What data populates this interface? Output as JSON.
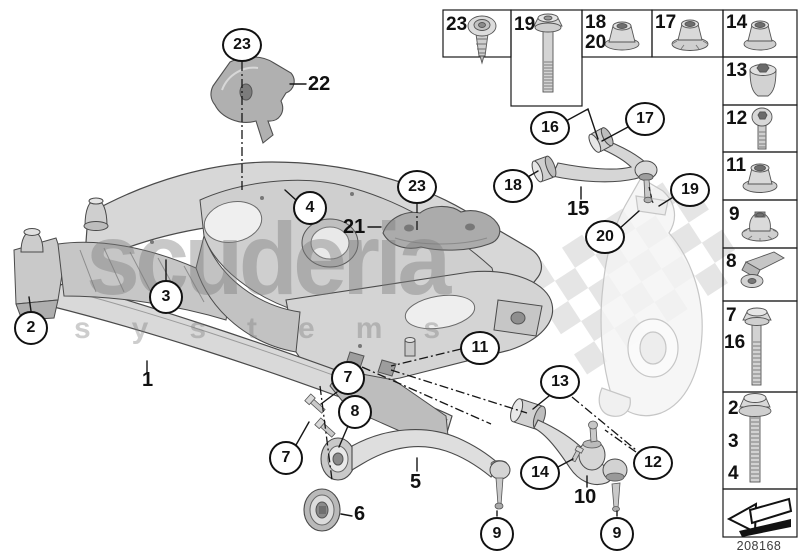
{
  "figure": {
    "drawing_number": "208168"
  },
  "watermark": {
    "brand": "scuderia",
    "line2": "systems"
  },
  "callouts": [
    {
      "n": "23",
      "ref": "heat-shield-upper"
    },
    {
      "n": "4",
      "ref": "axle-carrier-top"
    },
    {
      "n": "23",
      "ref": "heat-shield-lower"
    },
    {
      "n": "3",
      "ref": "axle-carrier-left"
    },
    {
      "n": "2",
      "ref": "engine-mount-bracket"
    },
    {
      "n": "16",
      "ref": "upper-arm-bolt"
    },
    {
      "n": "17",
      "ref": "upper-arm-nut"
    },
    {
      "n": "18",
      "ref": "upper-arm-bushing"
    },
    {
      "n": "19",
      "ref": "knuckle-nut"
    },
    {
      "n": "20",
      "ref": "steering-knuckle"
    },
    {
      "n": "11",
      "ref": "carrier-nut"
    },
    {
      "n": "7",
      "ref": "carrier-bolt-upper"
    },
    {
      "n": "8",
      "ref": "retaining-clip"
    },
    {
      "n": "7",
      "ref": "carrier-bolt-lower"
    },
    {
      "n": "13",
      "ref": "wishbone-bolt"
    },
    {
      "n": "14",
      "ref": "wishbone-nut"
    },
    {
      "n": "12",
      "ref": "wishbone-screw"
    },
    {
      "n": "9",
      "ref": "tension-strut-ball-nut"
    },
    {
      "n": "9",
      "ref": "wishbone-ball-nut"
    }
  ],
  "labels": [
    {
      "n": "22",
      "ref": "heat-shield-upper"
    },
    {
      "n": "21",
      "ref": "heat-shield-lower"
    },
    {
      "n": "15",
      "ref": "upper-control-arm"
    },
    {
      "n": "1",
      "ref": "front-axle-carrier"
    },
    {
      "n": "5",
      "ref": "tension-strut"
    },
    {
      "n": "6",
      "ref": "rubber-bushing"
    },
    {
      "n": "10",
      "ref": "lower-wishbone"
    }
  ],
  "sidebar": {
    "boxes": [
      {
        "labels": [
          "23"
        ],
        "icon": "expanding-rivet"
      },
      {
        "labels": [
          "19"
        ],
        "icon": "hex-bolt-long"
      },
      {
        "labels": [
          "18",
          "20"
        ],
        "icon": "flange-nut"
      },
      {
        "labels": [
          "17"
        ],
        "icon": "nut-with-lock-washer"
      },
      {
        "labels": [
          "14"
        ],
        "icon": "flange-nut"
      },
      {
        "labels": [
          "13"
        ],
        "icon": "barrel-nut"
      },
      {
        "labels": [
          "12"
        ],
        "icon": "socket-head-screw"
      },
      {
        "labels": [
          "11"
        ],
        "icon": "flange-nut"
      },
      {
        "labels": [
          "9"
        ],
        "icon": "self-locking-nut"
      },
      {
        "labels": [
          "8"
        ],
        "icon": "retaining-clip"
      },
      {
        "labels": [
          "7",
          "16"
        ],
        "icon": "hex-flange-bolt"
      },
      {
        "labels": [
          "2",
          "3",
          "4"
        ],
        "icon": "hex-bolt-with-washer"
      },
      {
        "labels": [],
        "icon": "direction-arrow"
      }
    ]
  }
}
